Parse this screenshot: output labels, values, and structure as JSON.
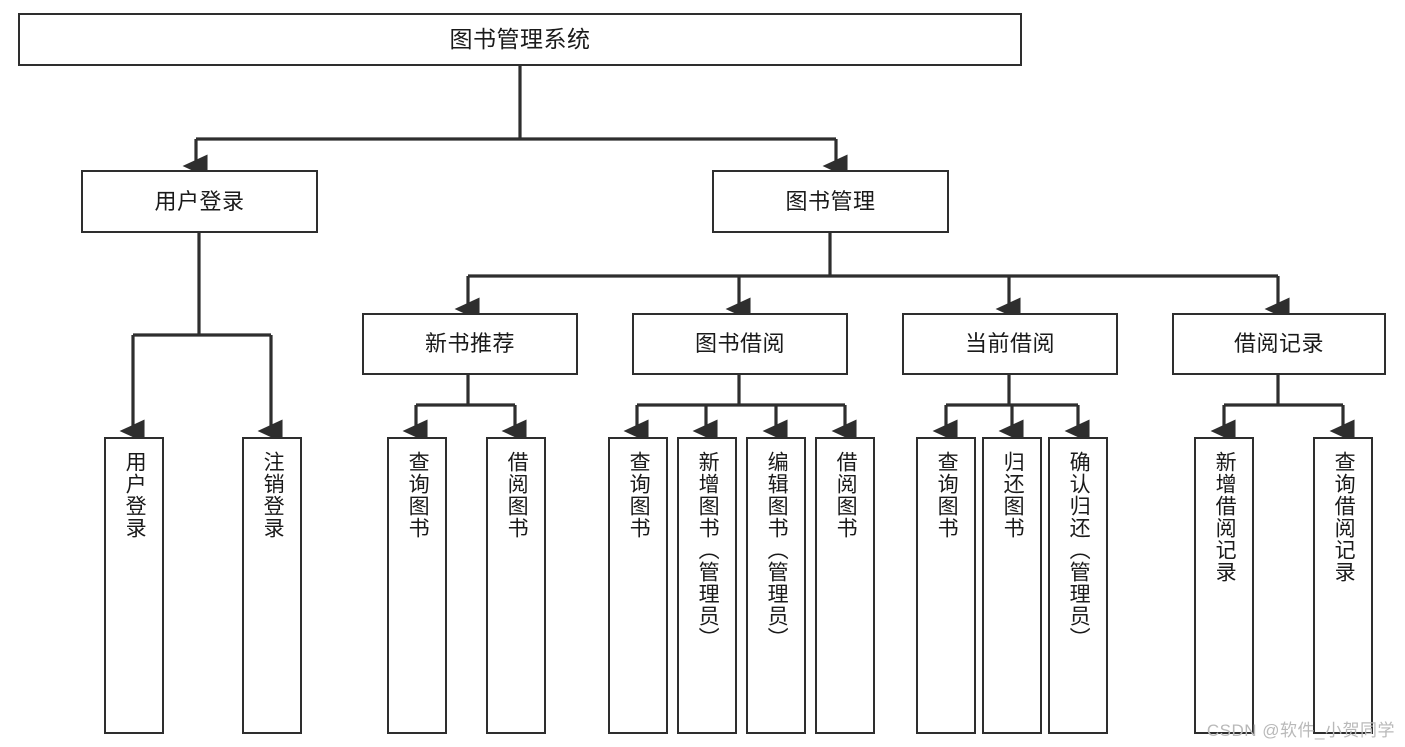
{
  "diagram": {
    "type": "tree-org-chart",
    "title": "图书管理系统",
    "watermark": "CSDN @软件_小贺同学",
    "colors": {
      "stroke": "#2e2e2e",
      "fill": "#ffffff",
      "text": "#1a1a1a",
      "watermark": "#b9b9b9"
    }
  },
  "nodes": {
    "root": {
      "label": "图书管理系统"
    },
    "level2": [
      {
        "id": "user-login",
        "label": "用户登录"
      },
      {
        "id": "book-manage",
        "label": "图书管理"
      }
    ],
    "level3": [
      {
        "id": "new-book-recommend",
        "label": "新书推荐"
      },
      {
        "id": "book-borrow",
        "label": "图书借阅"
      },
      {
        "id": "current-borrow",
        "label": "当前借阅"
      },
      {
        "id": "borrow-record",
        "label": "借阅记录"
      }
    ],
    "leaves": {
      "user_login": [
        {
          "id": "leaf-user-login",
          "label": "用户登录"
        },
        {
          "id": "leaf-logout-login",
          "label": "注销登录"
        }
      ],
      "new_book_recommend": [
        {
          "id": "leaf-query-book-1",
          "label": "查询图书"
        },
        {
          "id": "leaf-borrow-book-1",
          "label": "借阅图书"
        }
      ],
      "book_borrow": [
        {
          "id": "leaf-query-book-2",
          "label": "查询图书"
        },
        {
          "id": "leaf-add-book",
          "label": "新增图书（管理员）"
        },
        {
          "id": "leaf-edit-book",
          "label": "编辑图书（管理员）"
        },
        {
          "id": "leaf-borrow-book-2",
          "label": "借阅图书"
        }
      ],
      "current_borrow": [
        {
          "id": "leaf-query-book-3",
          "label": "查询图书"
        },
        {
          "id": "leaf-return-book",
          "label": "归还图书"
        },
        {
          "id": "leaf-confirm-return",
          "label": "确认归还（管理员）"
        }
      ],
      "borrow_record": [
        {
          "id": "leaf-add-record",
          "label": "新增借阅记录"
        },
        {
          "id": "leaf-query-record",
          "label": "查询借阅记录"
        }
      ]
    }
  }
}
